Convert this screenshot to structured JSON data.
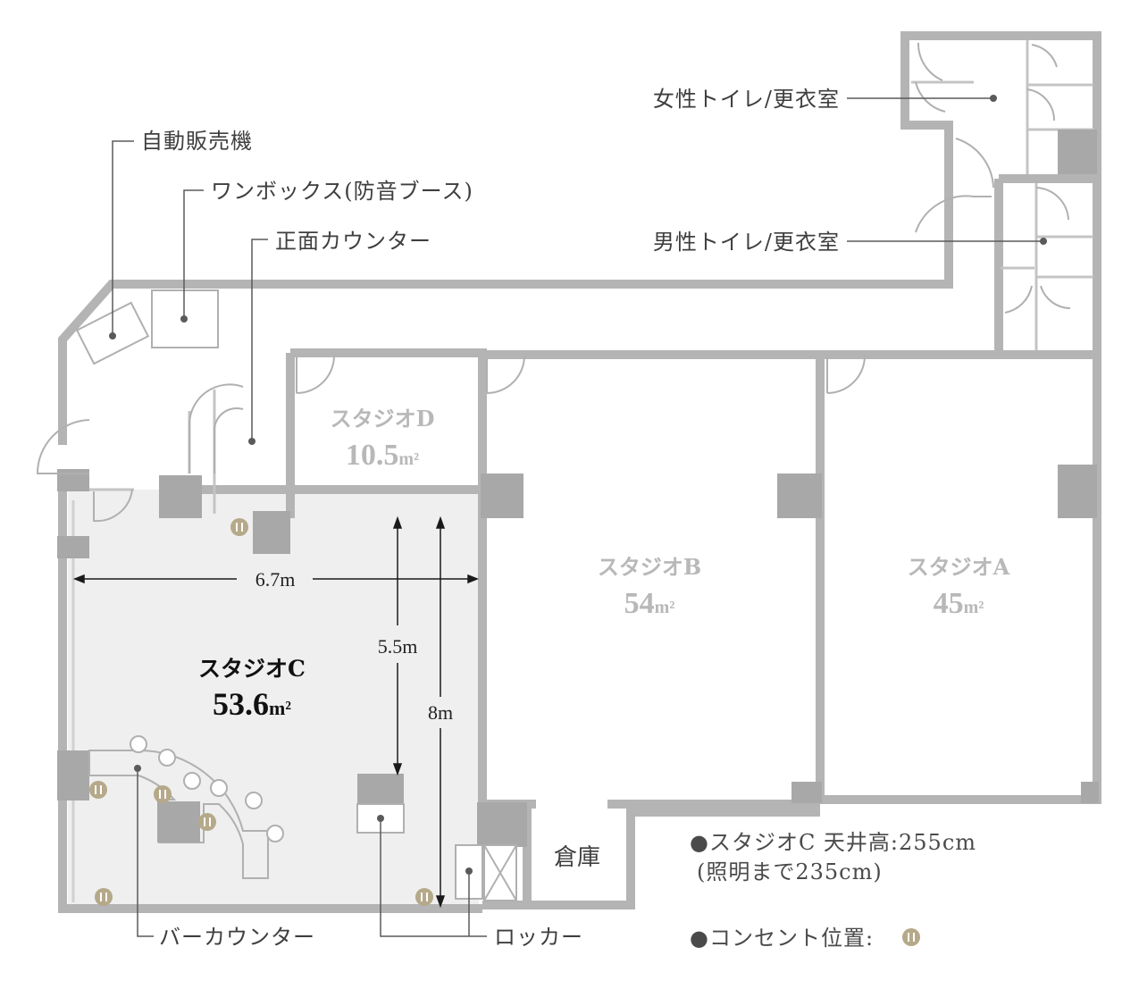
{
  "callouts": {
    "vending_machine": "自動販売機",
    "onebox": "ワンボックス(防音ブース)",
    "front_counter": "正面カウンター",
    "womens_restroom": "女性トイレ/更衣室",
    "mens_restroom": "男性トイレ/更衣室",
    "bar_counter": "バーカウンター",
    "locker": "ロッカー"
  },
  "rooms": {
    "studio_a": {
      "name": "スタジオA",
      "area": "45",
      "unit": "m²"
    },
    "studio_b": {
      "name": "スタジオB",
      "area": "54",
      "unit": "m²"
    },
    "studio_c": {
      "name": "スタジオC",
      "area": "53.6",
      "unit": "m²"
    },
    "studio_d": {
      "name": "スタジオD",
      "area": "10.5",
      "unit": "m²"
    },
    "storage": {
      "name": "倉庫"
    }
  },
  "dimensions": {
    "width": "6.7m",
    "depth_locker": "5.5m",
    "depth_full": "8m"
  },
  "notes": {
    "ceiling_line1": "●スタジオC 天井高:255cm",
    "ceiling_line2": "(照明まで235cm)",
    "outlet_label": "●コンセント位置:"
  },
  "colors": {
    "wall": "#b4b4b4",
    "pillar": "#a8a8a8",
    "studio_c_floor": "#efefef",
    "outlet": "#b5a98a",
    "text_grey": "#b8b8b8",
    "text_dark": "#111111"
  },
  "icons": {
    "outlet": "outlet-icon",
    "bullet": "bullet-dot-icon"
  }
}
